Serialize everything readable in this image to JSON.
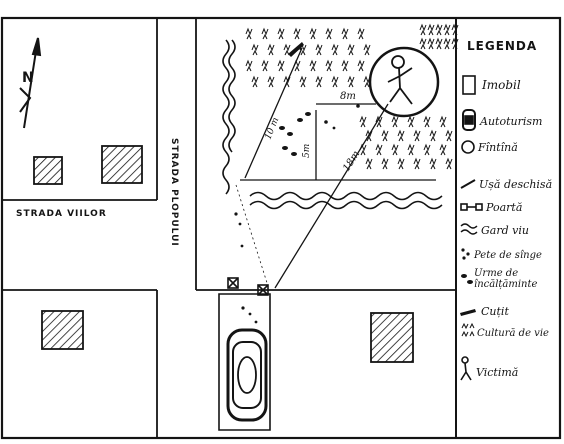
{
  "map": {
    "streets": {
      "horizontal": "STRADA VIILOR",
      "vertical": "STRADA PLOPULUI"
    },
    "north_label": "N",
    "measurements": {
      "m1": "10 m",
      "m2": "8m",
      "m3": "5m",
      "m4": "18m"
    }
  },
  "legend": {
    "title": "LEGENDA",
    "items": [
      {
        "icon": "building-icon",
        "label": "Imobil"
      },
      {
        "icon": "car-icon",
        "label": "Autoturism"
      },
      {
        "icon": "well-icon",
        "label": "Fîntînă"
      },
      {
        "icon": "open-door-icon",
        "label": "Ușă deschisă"
      },
      {
        "icon": "gate-icon",
        "label": "Poartă"
      },
      {
        "icon": "hedge-icon",
        "label": "Gard viu"
      },
      {
        "icon": "blood-stains-icon",
        "label": "Pete de sînge"
      },
      {
        "icon": "footprints-icon",
        "label": "Urme de încălțăminte"
      },
      {
        "icon": "knife-icon",
        "label": "Cuțit"
      },
      {
        "icon": "vineyard-icon",
        "label": "Cultură de vie"
      },
      {
        "icon": "victim-icon",
        "label": "Victimă"
      }
    ]
  },
  "colors": {
    "ink": "#141414",
    "paper": "#ffffff"
  }
}
